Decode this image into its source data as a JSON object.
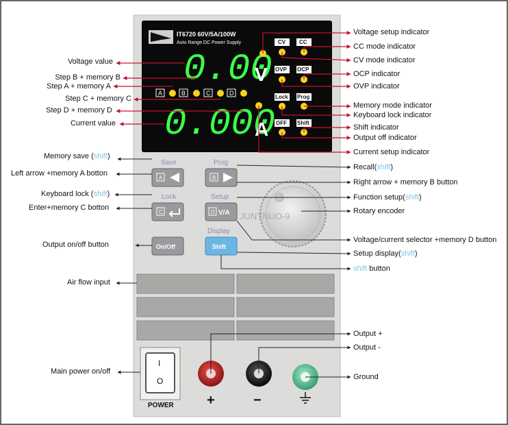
{
  "device": {
    "model": "IT6720  60V/5A/100W",
    "subtitle": "Auto Range DC Power Supply",
    "voltage_reading": "0.00",
    "voltage_unit": "V",
    "current_reading": "0.000",
    "current_unit": "A",
    "indicators": {
      "cv": "CV",
      "cc": "CC",
      "ovp": "OVP",
      "ocp": "OCP",
      "lock": "Lock",
      "prog": "Prog",
      "off": "OFF",
      "shift": "Shift"
    },
    "steps": {
      "a": "A",
      "b": "B",
      "c": "C",
      "d": "D"
    },
    "buttons": {
      "save_caption": "Save",
      "prog_caption": "Prog",
      "lock_caption": "Lock",
      "setup_caption": "Setup",
      "display_caption": "Display",
      "onoff_label": "On/Off",
      "shift_label": "Shift",
      "va_label": "V/A",
      "a_key": "A",
      "b_key": "B",
      "c_key": "C",
      "d_key": "D"
    },
    "power_label": "POWER",
    "power_on_mark": "I",
    "power_off_mark": "O",
    "output_plus": "+",
    "output_minus": "−",
    "watermark": "JUNTNUO-9"
  },
  "labels_left": {
    "voltage_value": "Voltage value",
    "step_b": "Step B + memory B",
    "step_a": "Step A + memory A",
    "step_c": "Step C + memory C",
    "step_d": "Step D + memory D",
    "current_value": "Current value",
    "memory_save": "Memory save (",
    "memory_save_shift": "shift",
    "memory_save_end": ")",
    "left_arrow": "Left arrow +memory A botton",
    "keyboard_lock": "Keyboard lock (",
    "keyboard_lock_shift": "shift",
    "keyboard_lock_end": ")",
    "enter": "Enter+memory C botton",
    "output_onoff": "Output on/off button",
    "air_flow": "Air flow input",
    "main_power": "Main power on/off"
  },
  "labels_right": {
    "voltage_setup": "Voltage setup indicator",
    "cc_mode": "CC mode indicator",
    "cv_mode": "CV mode indicator",
    "ocp": "OCP indicator",
    "ovp": "OVP indicator",
    "memory_mode": "Memory  mode indicator",
    "keyboard_lock": "Keyboard lock indicator",
    "shift_ind": "Shift  indicator",
    "output_off": "Output off indicator",
    "current_setup": "Current setup indicator",
    "recall": "Recall(",
    "recall_shift": "shift",
    "recall_end": ")",
    "right_arrow": "Right arrow + memory B button",
    "function_setup": "Function setup(",
    "function_setup_shift": "shift",
    "function_setup_end": ")",
    "rotary": "Rotary encoder",
    "va_selector": "Voltage/current selector +memory D button",
    "setup_display": "Setup display(",
    "setup_display_shift": "shift",
    "setup_display_end": ")",
    "shift_button": "shift",
    "shift_button_end": " button",
    "output_plus": "Output +",
    "output_minus": "Output -",
    "ground": "Ground"
  },
  "colors": {
    "panel": "#dcdcda",
    "display_bg": "#0a0a0a",
    "led_green": "#3cff4a",
    "led_yellow": "#ffd21a",
    "arrow_red": "#c8102e",
    "shift_blue": "#7fc4e8",
    "terminal_red": "#c8282a",
    "terminal_black": "#1a1a1a",
    "terminal_green": "#6ad0a0"
  }
}
